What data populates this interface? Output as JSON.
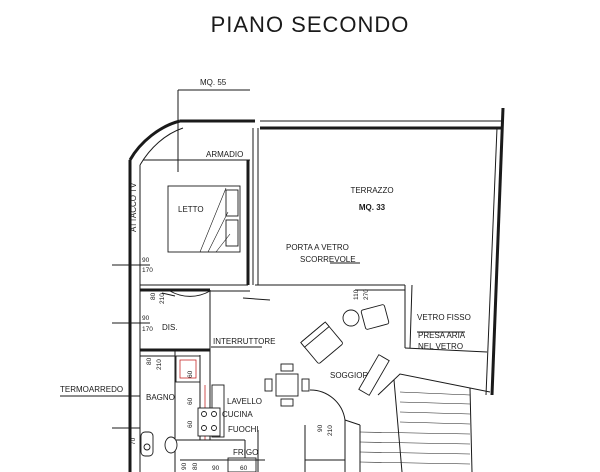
{
  "title": "PIANO SECONDO",
  "labels": {
    "mq_total": "MQ. 55",
    "armadio": "ARMADIO",
    "letto": "LETTO",
    "attacco_tv": "ATTACCO TV",
    "terrazzo": "TERRAZZO",
    "mq_terrazzo": "MQ. 33",
    "porta_vetro_1": "PORTA A VETRO",
    "porta_vetro_2": "SCORREVOLE",
    "dis": "DIS.",
    "interruttore": "INTERRUTTORE",
    "vetro_fisso": "VETRO FISSO",
    "presa_aria": "PRESA ARIA",
    "nel_vetro": "NEL VETRO",
    "soggiorno": "SOGGIORNO",
    "termoarredo": "TERMOARREDO",
    "bagno": "BAGNO",
    "lavello": "LAVELLO",
    "cucina": "CUCINA",
    "fuochi": "FUOCHI",
    "frigo": "FRIGO"
  },
  "dims": {
    "d90_a": "90",
    "d170_a": "170",
    "d80_a": "80",
    "d210_a": "210",
    "d90_b": "90",
    "d170_b": "170",
    "d110": "110",
    "d270": "270",
    "d80_b": "80",
    "d210_b": "210",
    "d60_a": "60",
    "d60_b": "60",
    "d60_c": "60",
    "d70": "70",
    "d90_c": "90",
    "d210_c": "210",
    "d90_d": "90",
    "d60_d": "60",
    "d80_c": "80",
    "d90_e": "90"
  }
}
